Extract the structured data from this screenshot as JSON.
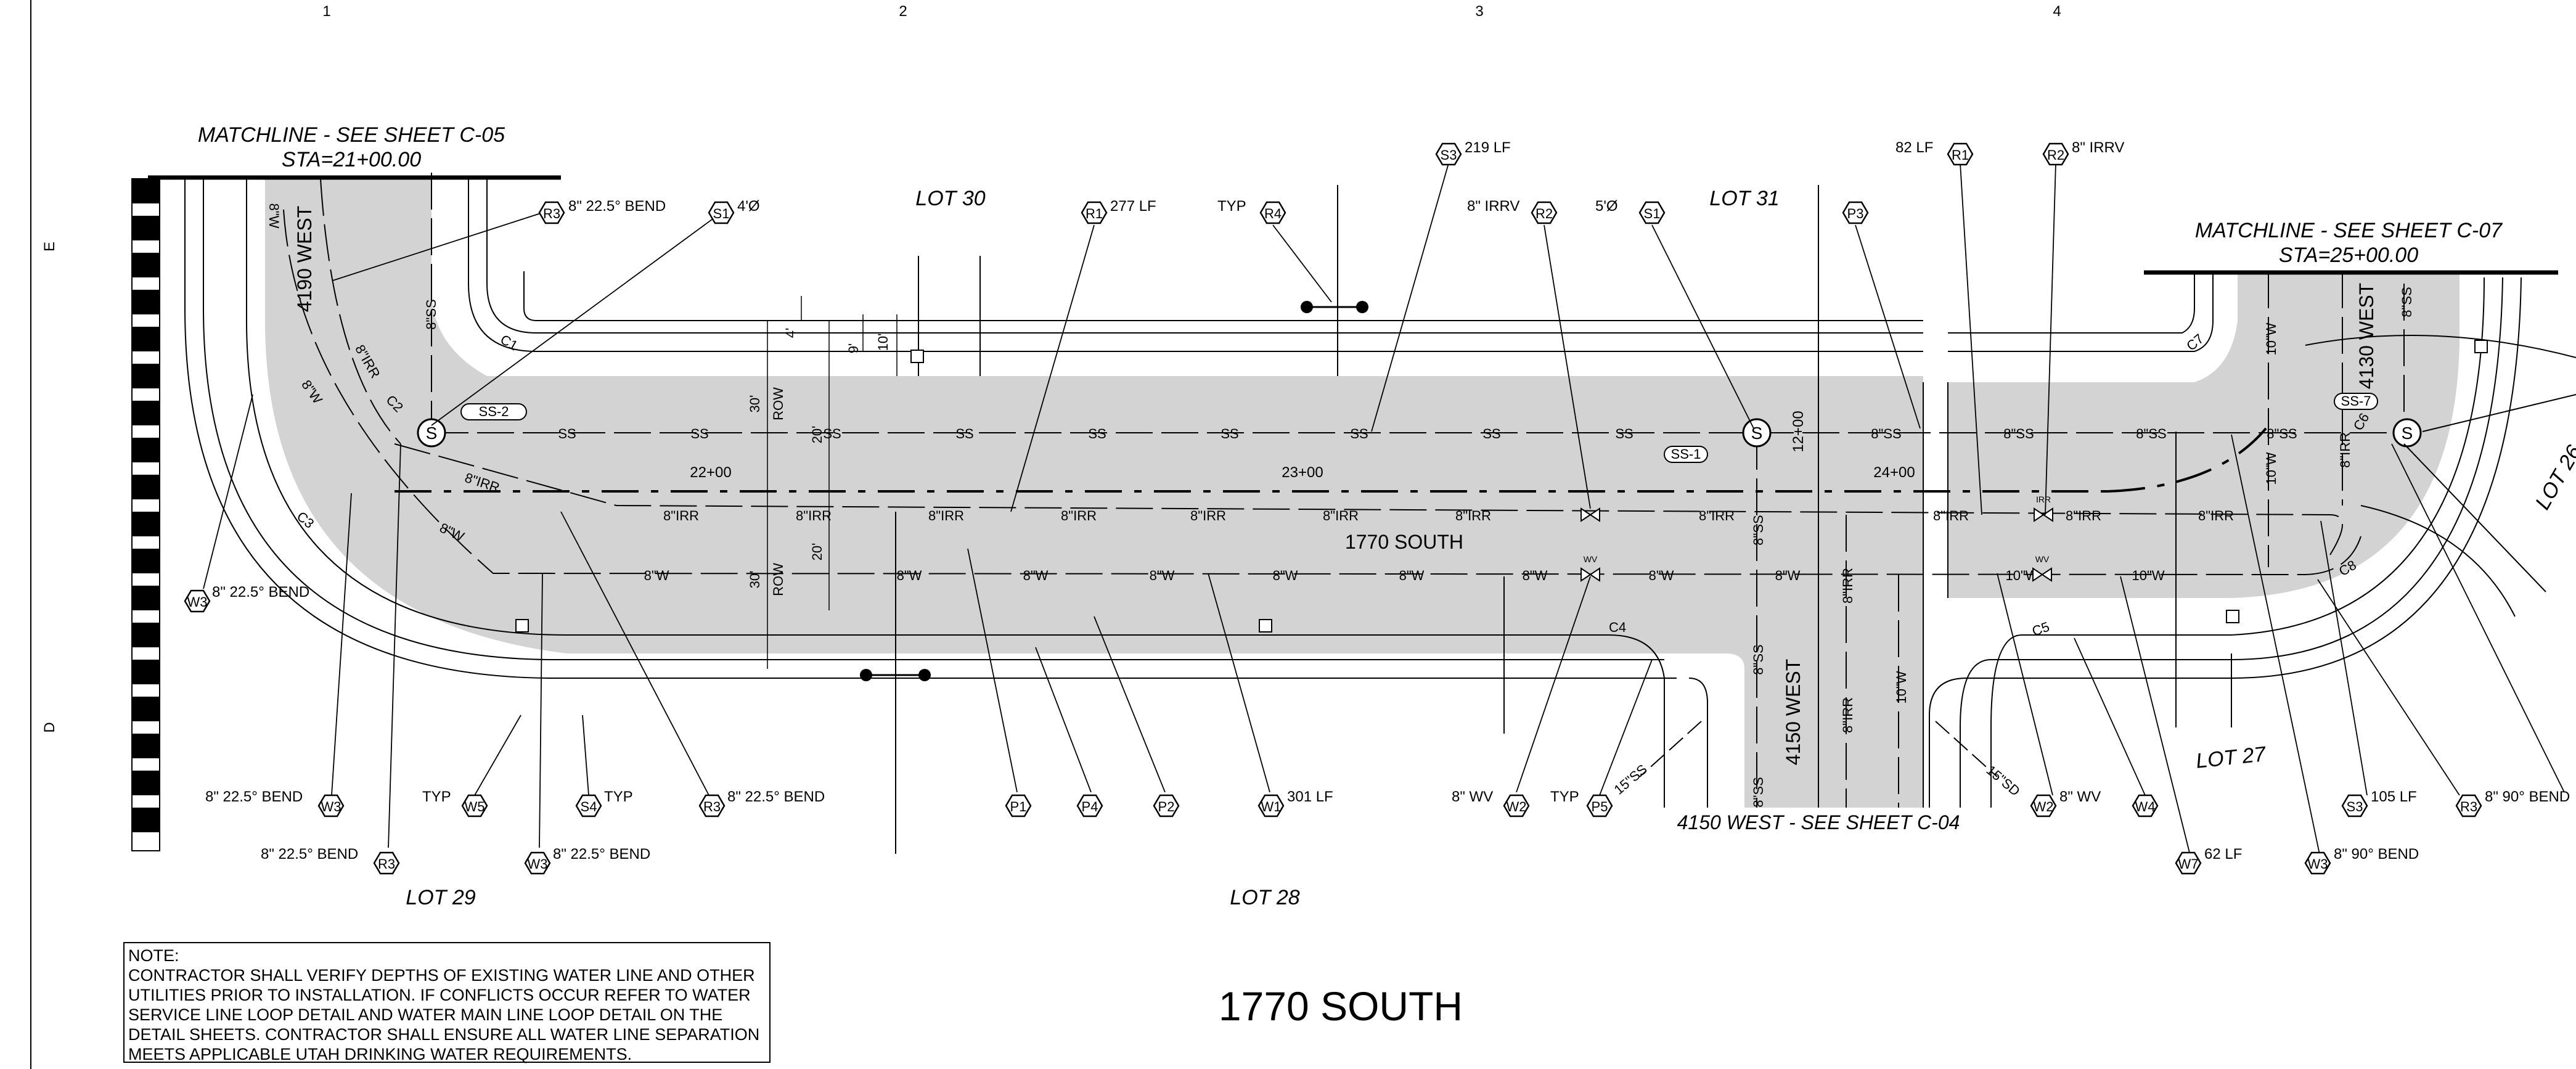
{
  "grid": {
    "columns": [
      "1",
      "2",
      "3",
      "4"
    ],
    "rows": [
      "E",
      "D"
    ]
  },
  "matchlines": {
    "left": {
      "line1": "MATCHLINE - SEE SHEET C-05",
      "line2": "STA=21+00.00"
    },
    "right": {
      "line1": "MATCHLINE - SEE SHEET C-07",
      "line2": "STA=25+00.00"
    }
  },
  "lots": {
    "lot30": "LOT 30",
    "lot31": "LOT 31",
    "lot29": "LOT 29",
    "lot28": "LOT 28",
    "lot27": "LOT 27",
    "lot26": "LOT 26"
  },
  "streets": {
    "main_label": "1770 SOUTH",
    "west4190": "4190 WEST",
    "west4150": "4150 WEST",
    "west4130": "4130 WEST",
    "bottom_ref": "4150 WEST - SEE SHEET C-04",
    "title": "1770 SOUTH"
  },
  "stations": [
    "22+00",
    "23+00",
    "24+00"
  ],
  "station_vertical": "12+00",
  "dimensions": {
    "d4": "4'",
    "d9": "9'",
    "d10": "10'",
    "d30_top": "30'",
    "d20_top": "20'",
    "d20_bot": "20'",
    "d30_bot": "30'",
    "row_top": "ROW",
    "row_bot": "ROW"
  },
  "pipe_labels": {
    "ss": "SS",
    "ss8": "8\"SS",
    "irr": "8\"IRR",
    "water": "8\"W",
    "w10": "10\"W",
    "sd15": "15\"SD",
    "ss15": "15\"SS"
  },
  "manholes": {
    "ss1": "SS-1",
    "ss2": "SS-2",
    "ss7": "SS-7"
  },
  "curve_labels": {
    "c1": "C1",
    "c2": "C2",
    "c3": "C3",
    "c4": "C4",
    "c5": "C5",
    "c6": "C6",
    "c7": "C7",
    "c8": "C8"
  },
  "callouts": {
    "top": [
      {
        "tag": "R3",
        "text": "8\" 22.5° BEND"
      },
      {
        "tag": "S1",
        "text": "4'Ø"
      },
      {
        "tag": "R1",
        "text": "277 LF"
      },
      {
        "tag": "R4",
        "text": "TYP"
      },
      {
        "tag": "S3",
        "text": "219 LF"
      },
      {
        "tag": "R2",
        "text": "8\" IRRV"
      },
      {
        "tag": "S1",
        "text": "5'Ø"
      },
      {
        "tag": "P3",
        "text": ""
      },
      {
        "tag": "R1",
        "text": "82 LF"
      },
      {
        "tag": "R2",
        "text": "8\" IRRV"
      }
    ],
    "left": [
      {
        "tag": "W3",
        "text": "8\" 22.5° BEND"
      }
    ],
    "bottom": [
      {
        "tag": "W3",
        "text": "8\" 22.5° BEND"
      },
      {
        "tag": "R3",
        "text": "8\" 22.5° BEND"
      },
      {
        "tag": "W5",
        "text": "TYP"
      },
      {
        "tag": "W3",
        "text": "8\" 22.5° BEND"
      },
      {
        "tag": "S4",
        "text": "TYP"
      },
      {
        "tag": "R3",
        "text": "8\" 22.5° BEND"
      },
      {
        "tag": "P1",
        "text": ""
      },
      {
        "tag": "P4",
        "text": ""
      },
      {
        "tag": "P2",
        "text": ""
      },
      {
        "tag": "W1",
        "text": "301 LF"
      },
      {
        "tag": "W2",
        "text": "8\" WV"
      },
      {
        "tag": "P5",
        "text": "TYP"
      },
      {
        "tag": "W2",
        "text": "8\" WV"
      },
      {
        "tag": "W4",
        "text": ""
      },
      {
        "tag": "S3",
        "text": "105 LF"
      },
      {
        "tag": "R3",
        "text": "8\" 90° BEND"
      },
      {
        "tag": "W7",
        "text": "62 LF"
      },
      {
        "tag": "W3",
        "text": "8\" 90° BEND"
      }
    ]
  },
  "valve_labels": {
    "wv": "WV",
    "irr": "IRR"
  },
  "note": {
    "heading": "NOTE:",
    "lines": [
      "CONTRACTOR SHALL VERIFY DEPTHS OF EXISTING WATER LINE AND OTHER",
      "UTILITIES PRIOR TO INSTALLATION.  IF CONFLICTS OCCUR REFER TO WATER",
      "SERVICE LINE LOOP DETAIL AND WATER MAIN LINE LOOP DETAIL ON THE",
      "DETAIL SHEETS.  CONTRACTOR SHALL ENSURE ALL WATER LINE SEPARATION",
      "MEETS APPLICABLE UTAH DRINKING WATER REQUIREMENTS."
    ]
  }
}
